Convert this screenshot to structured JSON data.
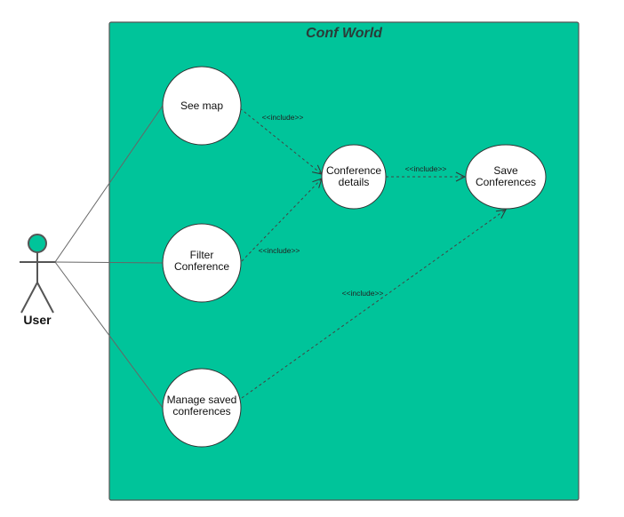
{
  "system": {
    "title": "Conf World",
    "fill_color": "#00C49A"
  },
  "actor": {
    "label": "User",
    "head_color": "#00C49A"
  },
  "use_cases": {
    "see_map": [
      "See map"
    ],
    "filter_conference": [
      "Filter",
      "Conference"
    ],
    "manage_saved": [
      "Manage saved",
      "conferences"
    ],
    "conference_details": [
      "Conference",
      "details"
    ],
    "save_conferences": [
      "Save",
      "Conferences"
    ]
  },
  "relations": {
    "include_label": "<<include>>"
  }
}
